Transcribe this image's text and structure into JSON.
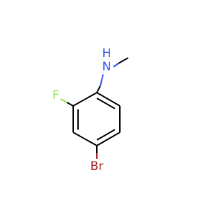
{
  "molecule": {
    "atoms": {
      "nh": {
        "label": "N",
        "h_label": "H",
        "color": "#3050F8"
      },
      "f": {
        "label": "F",
        "color": "#90E050"
      },
      "br": {
        "label": "Br",
        "color": "#A62929"
      }
    },
    "bond_color": "#000000"
  }
}
